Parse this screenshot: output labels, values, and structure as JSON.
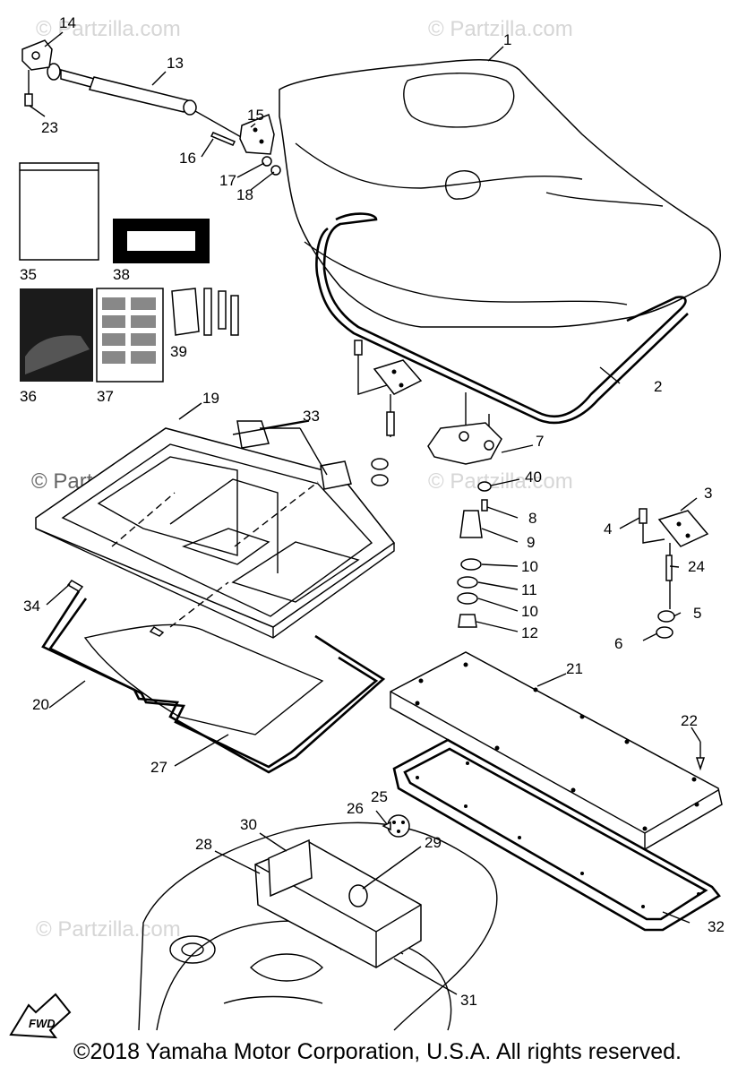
{
  "watermarks": [
    {
      "text": "© Partzilla.com"
    },
    {
      "text": "© Partzilla.com"
    },
    {
      "text": "© Partzilla.com"
    },
    {
      "text": "© Partzilla.com"
    },
    {
      "text": "© Partzilla.com"
    }
  ],
  "callouts": [
    "1",
    "2",
    "3",
    "4",
    "5",
    "6",
    "7",
    "8",
    "9",
    "10",
    "11",
    "10",
    "12",
    "13",
    "14",
    "15",
    "16",
    "17",
    "18",
    "19",
    "20",
    "21",
    "22",
    "23",
    "24",
    "25",
    "26",
    "27",
    "28",
    "29",
    "30",
    "31",
    "32",
    "33",
    "34",
    "35",
    "36",
    "37",
    "38",
    "39",
    "40"
  ],
  "fwd_label": "FWD",
  "copyright": "©2018 Yamaha Motor Corporation, U.S.A. All rights reserved."
}
